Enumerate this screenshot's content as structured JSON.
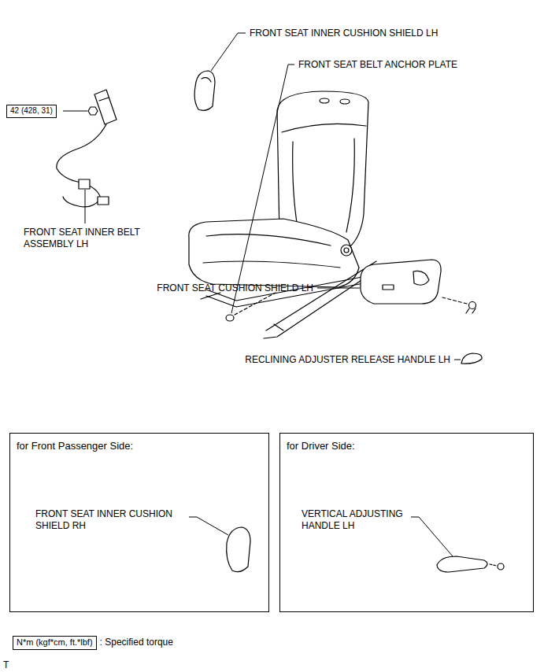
{
  "diagram": {
    "nodes": [
      {
        "text": [
          "42 (428, 31)"
        ]
      },
      {
        "text": [
          "for Front Passenger Side:",
          "FRONT SEAT INNER CUSHION SHIELD RH"
        ]
      },
      {
        "text": [
          "for Driver Side:",
          "VERTICAL ADJUSTING HANDLE LH"
        ]
      },
      {
        "text": [
          "N*m (kgf*cm, ft.*lbf)"
        ]
      }
    ],
    "labels": [
      "FRONT SEAT INNER CUSHION SHIELD LH",
      "FRONT SEAT BELT ANCHOR PLATE",
      "FRONT SEAT INNER BELT ASSEMBLY LH",
      "FRONT SEAT CUSHION SHIELD LH",
      "RECLINING ADJUSTER RELEASE HANDLE LH",
      ": Specified torque",
      "T"
    ]
  }
}
